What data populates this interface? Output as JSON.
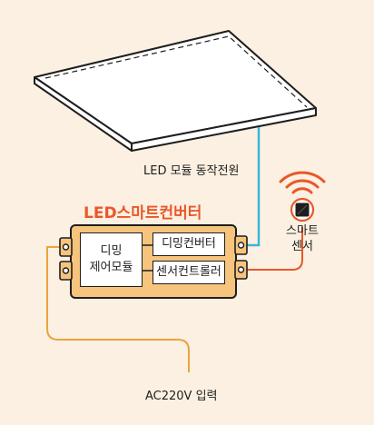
{
  "labels": {
    "led_power": "LED 모듈 동작전원",
    "converter_title": "LED스마트컨버터",
    "dimming_module_line1": "디밍",
    "dimming_module_line2": "제어모듈",
    "dimming_converter": "디밍컨버터",
    "sensor_controller": "센서컨트롤러",
    "smart_sensor_line1": "스마트",
    "smart_sensor_line2": "센서",
    "ac_input": "AC220V 입력"
  },
  "icons": {
    "panel": "led-panel-icon",
    "sensor": "smart-sensor-icon",
    "signal": "wifi-signal-icon"
  },
  "colors": {
    "background": "#fbf0e1",
    "accent": "#e8582a",
    "converter_fill": "#f6c47c",
    "blue_wire": "#38b6dc",
    "yellow_wire": "#e9a43d",
    "outline": "#1e1e1e"
  }
}
